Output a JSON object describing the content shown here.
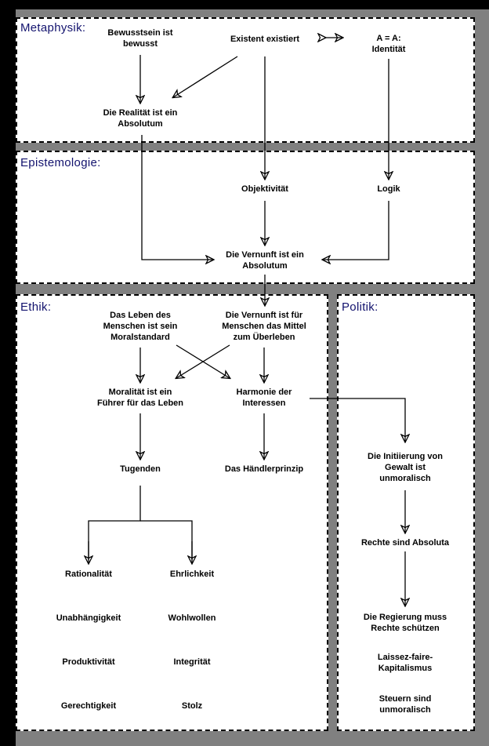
{
  "diagram": {
    "title_color": "#13136e",
    "background_color": "#808080",
    "panel_background": "#ffffff",
    "sections": [
      {
        "id": "metaphysik",
        "heading": "Metaphysik:",
        "nodes": [
          {
            "id": "bewusstsein",
            "text": "Bewusstsein ist\nbewusst"
          },
          {
            "id": "existent",
            "text": "Existent existiert"
          },
          {
            "id": "identitaet",
            "text": "A = A:\nIdentität"
          },
          {
            "id": "realitaet",
            "text": "Die Realität ist ein\nAbsolutum"
          }
        ]
      },
      {
        "id": "epistemologie",
        "heading": "Epistemologie:",
        "nodes": [
          {
            "id": "objektivitaet",
            "text": "Objektivität"
          },
          {
            "id": "logik",
            "text": "Logik"
          },
          {
            "id": "vernunft",
            "text": "Die Vernunft ist ein\nAbsolutum"
          }
        ]
      },
      {
        "id": "ethik",
        "heading": "Ethik:",
        "nodes": [
          {
            "id": "leben",
            "text": "Das Leben des\nMenschen ist sein\nMoralstandard"
          },
          {
            "id": "vernunft2",
            "text": "Die Vernunft ist für\nMenschen das Mittel\nzum Überleben"
          },
          {
            "id": "moralitaet",
            "text": "Moralität ist ein\nFührer für das Leben"
          },
          {
            "id": "harmonie",
            "text": "Harmonie der\nInteressen"
          },
          {
            "id": "tugenden",
            "text": "Tugenden"
          },
          {
            "id": "haendler",
            "text": "Das Händlerprinzip"
          },
          {
            "id": "rationalitaet",
            "text": "Rationalität"
          },
          {
            "id": "ehrlichkeit",
            "text": "Ehrlichkeit"
          },
          {
            "id": "unabhaengig",
            "text": "Unabhängigkeit"
          },
          {
            "id": "wohlwollen",
            "text": "Wohlwollen"
          },
          {
            "id": "produktiv",
            "text": "Produktivität"
          },
          {
            "id": "integritaet",
            "text": "Integrität"
          },
          {
            "id": "gerechtigkeit",
            "text": "Gerechtigkeit"
          },
          {
            "id": "stolz",
            "text": "Stolz"
          }
        ]
      },
      {
        "id": "politik",
        "heading": "Politik:",
        "nodes": [
          {
            "id": "gewalt",
            "text": "Die Initiierung von\nGewalt ist\nunmoralisch"
          },
          {
            "id": "rechte",
            "text": "Rechte sind Absoluta"
          },
          {
            "id": "regierung",
            "text": "Die Regierung muss\nRechte schützen"
          },
          {
            "id": "laissez",
            "text": "Laissez-faire-\nKapitalismus"
          },
          {
            "id": "steuern",
            "text": "Steuern sind\nunmoralisch"
          }
        ]
      }
    ]
  }
}
